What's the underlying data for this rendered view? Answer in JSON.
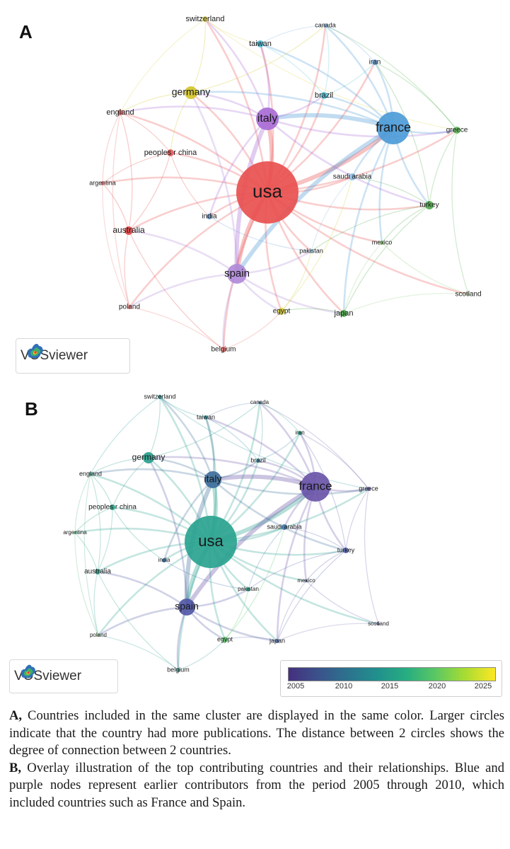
{
  "panel_a": {
    "letter": "A",
    "logo_text": "VOSviewer",
    "nodes": [
      {
        "id": "usa",
        "label": "usa",
        "color": "#e8504f"
      },
      {
        "id": "france",
        "label": "france",
        "color": "#4d9bd8"
      },
      {
        "id": "italy",
        "label": "italy",
        "color": "#a96cd6"
      },
      {
        "id": "spain",
        "label": "spain",
        "color": "#b08ad8"
      },
      {
        "id": "germany",
        "label": "germany",
        "color": "#d3c42c"
      },
      {
        "id": "switzerland",
        "label": "switzerland",
        "color": "#e3d85a"
      },
      {
        "id": "taiwan",
        "label": "taiwan",
        "color": "#4fbfd6"
      },
      {
        "id": "canada",
        "label": "canada",
        "color": "#8ab8e4"
      },
      {
        "id": "iran",
        "label": "iran",
        "color": "#6fa7dc"
      },
      {
        "id": "brazil",
        "label": "brazil",
        "color": "#5cc4d8"
      },
      {
        "id": "greece",
        "label": "greece",
        "color": "#5fb85a"
      },
      {
        "id": "turkey",
        "label": "turkey",
        "color": "#53ad4f"
      },
      {
        "id": "saudi_arabia",
        "label": "saudi arabia",
        "color": "#8fbfe4"
      },
      {
        "id": "mexico",
        "label": "mexico",
        "color": "#8fcf7f"
      },
      {
        "id": "pakistan",
        "label": "pakistan",
        "color": "#9fcfe8"
      },
      {
        "id": "japan",
        "label": "japan",
        "color": "#4aa84a"
      },
      {
        "id": "egypt",
        "label": "egypt",
        "color": "#d8cc3a"
      },
      {
        "id": "scotland",
        "label": "scotland",
        "color": "#9ad38c"
      },
      {
        "id": "belgium",
        "label": "belgium",
        "color": "#ee7a78"
      },
      {
        "id": "poland",
        "label": "poland",
        "color": "#ee8a88"
      },
      {
        "id": "australia",
        "label": "australia",
        "color": "#e24a4a"
      },
      {
        "id": "india",
        "label": "india",
        "color": "#6f9fd8"
      },
      {
        "id": "argentina",
        "label": "argentina",
        "color": "#ee8484"
      },
      {
        "id": "peoples_r_china",
        "label": "peoples r china",
        "color": "#e65c5c"
      },
      {
        "id": "england",
        "label": "england",
        "color": "#ec7070"
      }
    ]
  },
  "panel_b": {
    "letter": "B",
    "logo_text": "VOSviewer",
    "legend_ticks": [
      "2005",
      "2010",
      "2015",
      "2020",
      "2025"
    ],
    "nodes": [
      {
        "id": "usa",
        "label": "usa",
        "color": "#2aa38f"
      },
      {
        "id": "france",
        "label": "france",
        "color": "#6a55a8"
      },
      {
        "id": "italy",
        "label": "italy",
        "color": "#3e6f9c"
      },
      {
        "id": "spain",
        "label": "spain",
        "color": "#5258a6"
      },
      {
        "id": "germany",
        "label": "germany",
        "color": "#2a9e8c"
      },
      {
        "id": "switzerland",
        "label": "switzerland",
        "color": "#3aa0a0"
      },
      {
        "id": "taiwan",
        "label": "taiwan",
        "color": "#3a9aa6"
      },
      {
        "id": "canada",
        "label": "canada",
        "color": "#5a7fb0"
      },
      {
        "id": "iran",
        "label": "iran",
        "color": "#2faa8c"
      },
      {
        "id": "brazil",
        "label": "brazil",
        "color": "#3a90a8"
      },
      {
        "id": "greece",
        "label": "greece",
        "color": "#7a68b4"
      },
      {
        "id": "turkey",
        "label": "turkey",
        "color": "#5a67b0"
      },
      {
        "id": "saudi_arabia",
        "label": "saudi arabia",
        "color": "#4a7fb0"
      },
      {
        "id": "mexico",
        "label": "mexico",
        "color": "#6f70b4"
      },
      {
        "id": "pakistan",
        "label": "pakistan",
        "color": "#2fa58a"
      },
      {
        "id": "japan",
        "label": "japan",
        "color": "#5a74b0"
      },
      {
        "id": "egypt",
        "label": "egypt",
        "color": "#5cc86a"
      },
      {
        "id": "scotland",
        "label": "scotland",
        "color": "#7e7ab8"
      },
      {
        "id": "belgium",
        "label": "belgium",
        "color": "#4aa8a0"
      },
      {
        "id": "poland",
        "label": "poland",
        "color": "#8ad07a"
      },
      {
        "id": "australia",
        "label": "australia",
        "color": "#3aa892"
      },
      {
        "id": "india",
        "label": "india",
        "color": "#3f78ac"
      },
      {
        "id": "argentina",
        "label": "argentina",
        "color": "#6fc08a"
      },
      {
        "id": "peoples_r_china",
        "label": "peoples r china",
        "color": "#2fa58c"
      },
      {
        "id": "england",
        "label": "england",
        "color": "#5ab69a"
      }
    ]
  },
  "caption": {
    "a_label": "A,",
    "a_text": " Countries included in the same cluster are displayed in the same color. Larger circles indicate that the country had more publications. The distance between 2 circles shows the degree of connection between 2 countries.",
    "b_label": "B,",
    "b_text": " Overlay illustration of the top contributing countries and their relationships. Blue and purple nodes represent earlier contributors from the period 2005 through 2010, which included countries such as France and Spain."
  }
}
